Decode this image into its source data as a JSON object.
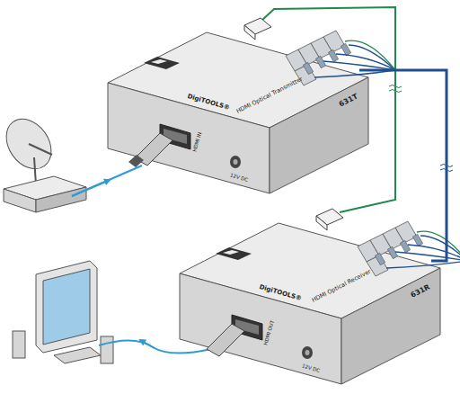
{
  "diagram": {
    "nodes": [
      {
        "text": [
          "631T",
          "HDMI Optical Transmitter",
          "DigiTOOLS®"
        ]
      },
      {
        "text": [
          "631R",
          "HDMI Optical Receiver",
          "DigiTOOLS®"
        ]
      }
    ],
    "edges": [
      {
        "from": 0,
        "to": 1,
        "arrow": "none"
      }
    ],
    "labels": [
      "HDMI IN",
      "12V DC",
      "HDMI OUT",
      "12V DC"
    ]
  }
}
